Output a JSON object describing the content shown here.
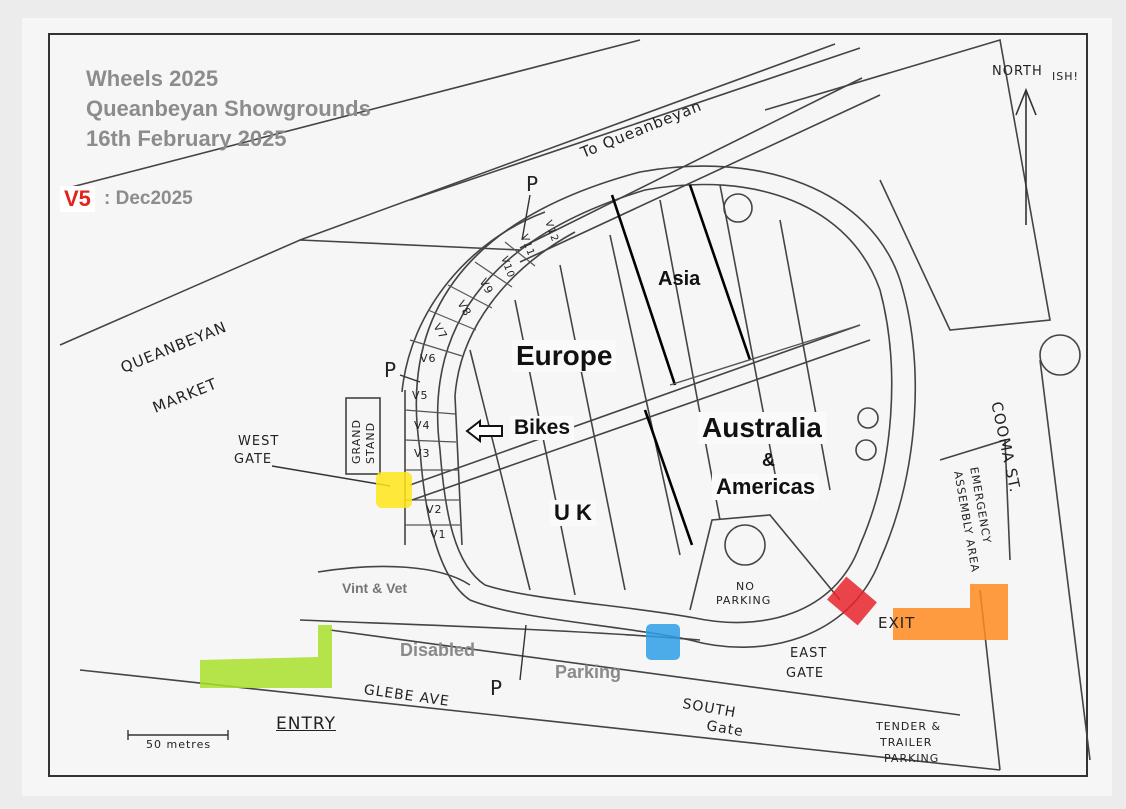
{
  "header": {
    "line1": "Wheels 2025",
    "line2": "Queanbeyan Showgrounds",
    "line3": "16th February 2025",
    "version_badge": "V5",
    "version_text": ": Dec2025"
  },
  "compass": {
    "label": "NORTH",
    "suffix": "ISH!"
  },
  "roads": {
    "to_queanbeyan": "To Queanbeyan",
    "glebe_ave": "GLEBE AVE",
    "cooma_st": "COOMA ST."
  },
  "places": {
    "market_line1": "QUEANBEYAN",
    "market_line2": "MARKET",
    "grandstand_line1": "GRAND",
    "grandstand_line2": "STAND",
    "emergency_line1": "EMERGENCY",
    "emergency_line2": "ASSEMBLY AREA",
    "no_parking_line1": "NO",
    "no_parking_line2": "PARKING",
    "tender_line1": "TENDER &",
    "tender_line2": "TRAILER",
    "tender_line3": "PARKING"
  },
  "gates": {
    "west_line1": "WEST",
    "west_line2": "GATE",
    "south_line1": "SOUTH",
    "south_line2": "Gate",
    "east_line1": "EAST",
    "east_line2": "GATE",
    "entry": "ENTRY",
    "exit": "EXIT"
  },
  "zones": {
    "asia": "Asia",
    "europe": "Europe",
    "bikes": "Bikes",
    "australia": "Australia",
    "amp": "&",
    "americas": "Americas",
    "uk": "U K",
    "vint_vet": "Vint & Vet",
    "disabled": "Disabled",
    "parking": "Parking"
  },
  "parking_marker": "P",
  "vendor_stalls": [
    "V1",
    "V2",
    "V3",
    "V4",
    "V5",
    "V6",
    "V7",
    "V8",
    "V9",
    "V10",
    "V11",
    "V12"
  ],
  "scale_label": "50 metres",
  "colors": {
    "entry": "#a8e02a",
    "west_gate": "#ffe619",
    "south_gate": "#2e9fe8",
    "east_gate": "#e8242b",
    "exit": "#ff8a1e",
    "badge": "#e2231a"
  }
}
